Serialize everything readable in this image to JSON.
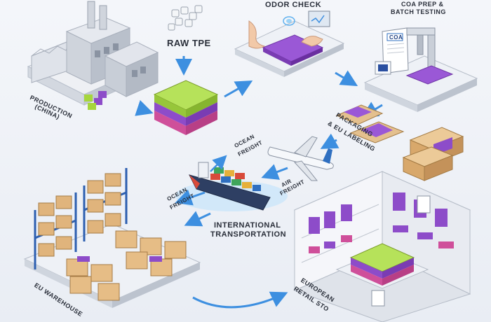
{
  "labels": {
    "odor_check": "ODOR CHECK",
    "coa_prep_line1": "COA PREP &",
    "coa_prep_line2": "BATCH TESTING",
    "raw_tpe": "RAW TPE",
    "production_line1": "PRODUCTION",
    "production_line2": "(CHINA)",
    "packaging_line1": "PACKAGING",
    "packaging_line2": "& EU LABELING",
    "ocean_freight_top_line1": "OCEAN",
    "ocean_freight_top_line2": "FREIGHT",
    "air_freight_line1": "AIR",
    "air_freight_line2": "FREIGHT",
    "ocean_freight_left_line1": "OCEAN",
    "ocean_freight_left_line2": "FREIGHT",
    "international_line1": "INTERNATIONAL",
    "international_line2": "TRANSPORTATION",
    "eu_warehouse": "EU WAREHOUSE",
    "european_line1": "EUROPEAN",
    "european_line2": "RETAIL STO",
    "coa_doc": "COA"
  },
  "colors": {
    "arrow": "#3d8fe0",
    "mat_green": "#a6d63c",
    "mat_purple": "#8d4cc9",
    "mat_pink": "#cf4f9a",
    "box": "#e0b47c",
    "building": "#d6dbe3"
  }
}
